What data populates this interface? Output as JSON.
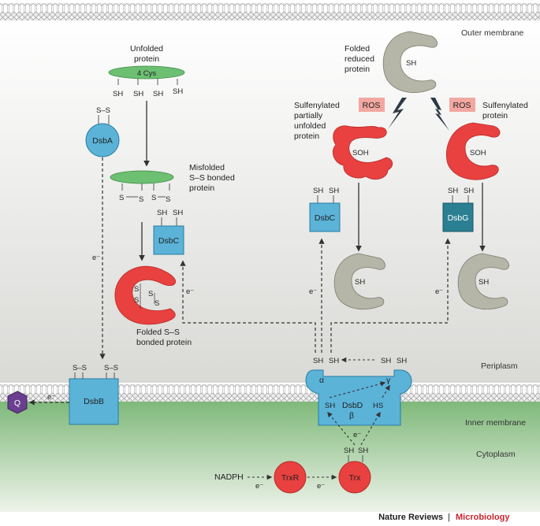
{
  "regions": {
    "outer_membrane": "Outer membrane",
    "periplasm": "Periplasm",
    "inner_membrane": "Inner membrane",
    "cytoplasm": "Cytoplasm"
  },
  "labels": {
    "unfolded_protein": [
      "Unfolded",
      "protein"
    ],
    "four_cys": "4 Cys",
    "sh": "SH",
    "ss": "S–S",
    "s": "S",
    "soh": "SOH",
    "misfolded": [
      "Misfolded",
      "S–S bonded",
      "protein"
    ],
    "folded_ss": [
      "Folded S–S",
      "bonded protein"
    ],
    "folded_reduced": [
      "Folded",
      "reduced",
      "protein"
    ],
    "sulfenylated_partial": [
      "Sulfenylated",
      "partially",
      "unfolded",
      "protein"
    ],
    "sulfenylated": [
      "Sulfenylated",
      "protein"
    ],
    "ros": "ROS",
    "electron": "e⁻",
    "nadph": "NADPH",
    "hs": "HS",
    "alpha": "α",
    "beta": "β",
    "gamma": "γ"
  },
  "proteins": {
    "dsba": "DsbA",
    "dsbb": "DsbB",
    "dsbc": "DsbC",
    "dsbg": "DsbG",
    "dsbd": "DsbD",
    "trxr": "TrxR",
    "trx": "Trx",
    "quinone": "Q"
  },
  "footer": {
    "journal": "Nature Reviews",
    "separator": " | ",
    "section": "Microbiology"
  },
  "colors": {
    "blue": "#5bb3d8",
    "blue_dark": "#2a7d9f",
    "teal_dark": "#2b7f92",
    "green_protein": "#6dbf72",
    "red_protein": "#e8413f",
    "grey_protein": "#b5b5a8",
    "ros_box": "#f2a7a0",
    "quinone": "#6b3f8f",
    "accent_red": "#c7252f"
  }
}
